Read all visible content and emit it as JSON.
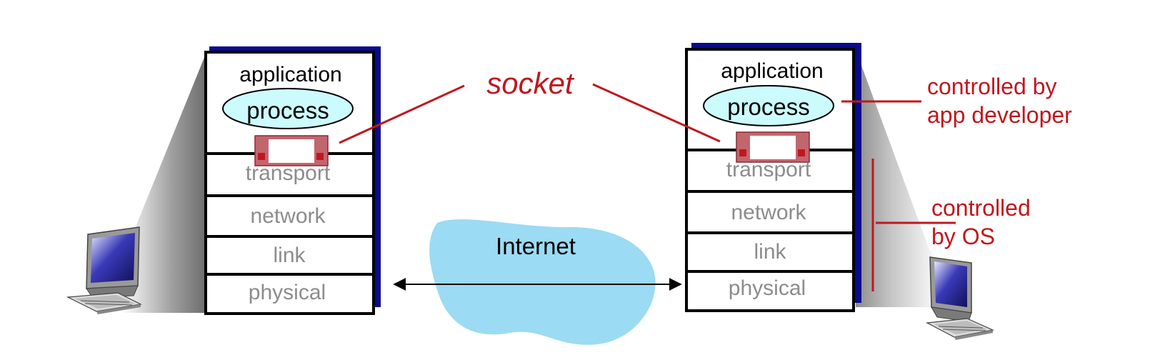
{
  "labels": {
    "socket": "socket",
    "internet": "Internet",
    "controlled_by_app_line1": "controlled by",
    "controlled_by_app_line2": "app developer",
    "controlled_by_os_line1": "controlled",
    "controlled_by_os_line2": "by OS"
  },
  "hosts": [
    {
      "application": "application",
      "process": "process",
      "layers": [
        "transport",
        "network",
        "link",
        "physical"
      ]
    },
    {
      "application": "application",
      "process": "process",
      "layers": [
        "transport",
        "network",
        "link",
        "physical"
      ]
    }
  ],
  "colors": {
    "annotation_red": "#c0171d",
    "stack_shadow": "#0a0a8c",
    "process_fill": "#ccfbfd",
    "socket_fill": "#c2666e",
    "socket_port": "#c0171d",
    "cloud_fill": "#9bdbf3",
    "layer_text": "#8c8c8c"
  },
  "icons": [
    "desktop-computer-icon",
    "internet-cloud-icon",
    "socket-icon",
    "double-arrow-icon"
  ]
}
